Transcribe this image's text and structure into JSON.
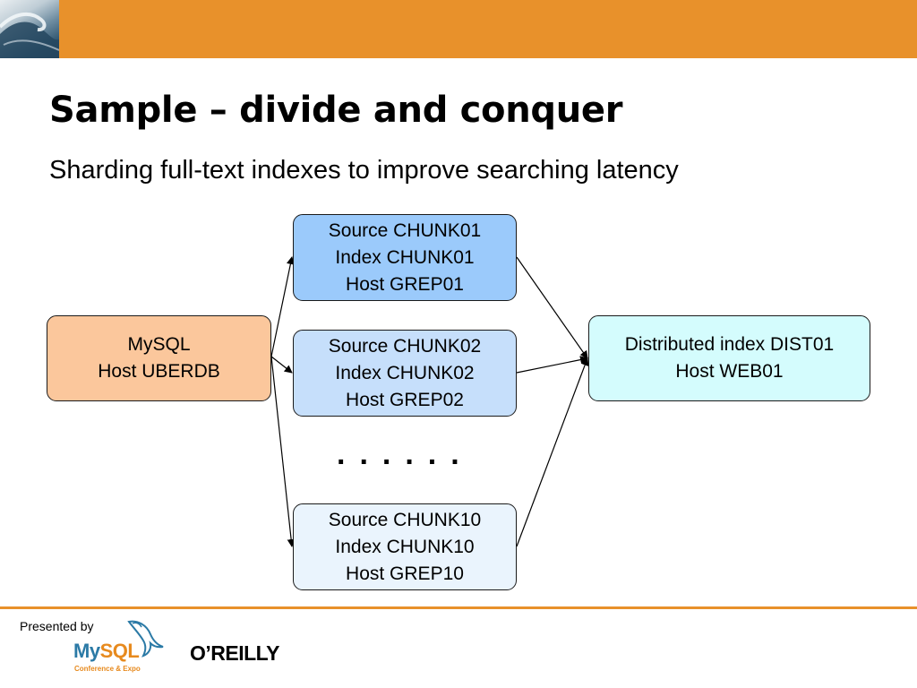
{
  "header": {
    "brand_color": "#e8912b"
  },
  "slide": {
    "title": "Sample – divide and conquer",
    "subtitle": "Sharding full-text indexes to improve searching latency"
  },
  "diagram": {
    "nodes": {
      "mysql": {
        "line1": "MySQL",
        "line2": "Host UBERDB",
        "color": "#fbc79c"
      },
      "chunk01": {
        "line1": "Source CHUNK01",
        "line2": "Index CHUNK01",
        "line3": "Host GREP01",
        "color": "#9bcafb"
      },
      "chunk02": {
        "line1": "Source CHUNK02",
        "line2": "Index CHUNK02",
        "line3": "Host GREP02",
        "color": "#c6dffb"
      },
      "chunk10": {
        "line1": "Source CHUNK10",
        "line2": "Index CHUNK10",
        "line3": "Host GREP10",
        "color": "#eaf4fd"
      },
      "dist": {
        "line1": "Distributed index DIST01",
        "line2": "Host WEB01",
        "color": "#d4fcfd"
      }
    },
    "ellipsis": "......",
    "edges": [
      {
        "from": "mysql",
        "to": "chunk01"
      },
      {
        "from": "mysql",
        "to": "chunk02"
      },
      {
        "from": "mysql",
        "to": "chunk10"
      },
      {
        "from": "chunk01",
        "to": "dist"
      },
      {
        "from": "chunk02",
        "to": "dist"
      },
      {
        "from": "chunk10",
        "to": "dist"
      }
    ]
  },
  "footer": {
    "presented_by": "Presented by",
    "mysql_logo": {
      "name_a": "My",
      "name_b": "SQL",
      "tagline": "Conference & Expo"
    },
    "oreilly": "O’REILLY"
  }
}
